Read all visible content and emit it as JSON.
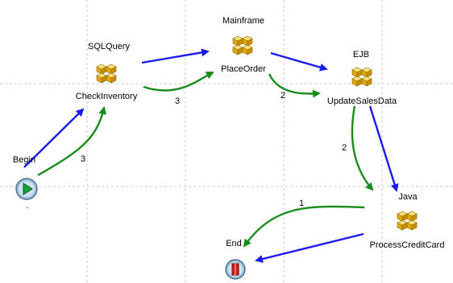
{
  "nodes": {
    "begin": {
      "label": "Begin",
      "sublabel": ".",
      "icon": "play-icon"
    },
    "check_inventory": {
      "caption": "SQLQuery",
      "label": "CheckInventory",
      "icon": "cubes-icon"
    },
    "place_order": {
      "caption": "Mainframe",
      "label": "PlaceOrder",
      "icon": "cubes-icon"
    },
    "update_sales_data": {
      "caption": "EJB",
      "label": "UpdateSalesData",
      "icon": "cubes-icon"
    },
    "process_credit_card": {
      "caption": "Java",
      "label": "ProcessCreditCard",
      "icon": "cubes-icon"
    },
    "end": {
      "label": "End",
      "icon": "stop-icon"
    }
  },
  "edge_labels": {
    "begin_to_check": "3",
    "check_to_place": "3",
    "place_to_update": "2",
    "update_to_process": "2",
    "process_to_end": "1"
  },
  "colors": {
    "blue_edge": "#1a1aee",
    "green_edge": "#178c1b",
    "grid": "#c8c8c8",
    "cube": "#f3c21a"
  }
}
